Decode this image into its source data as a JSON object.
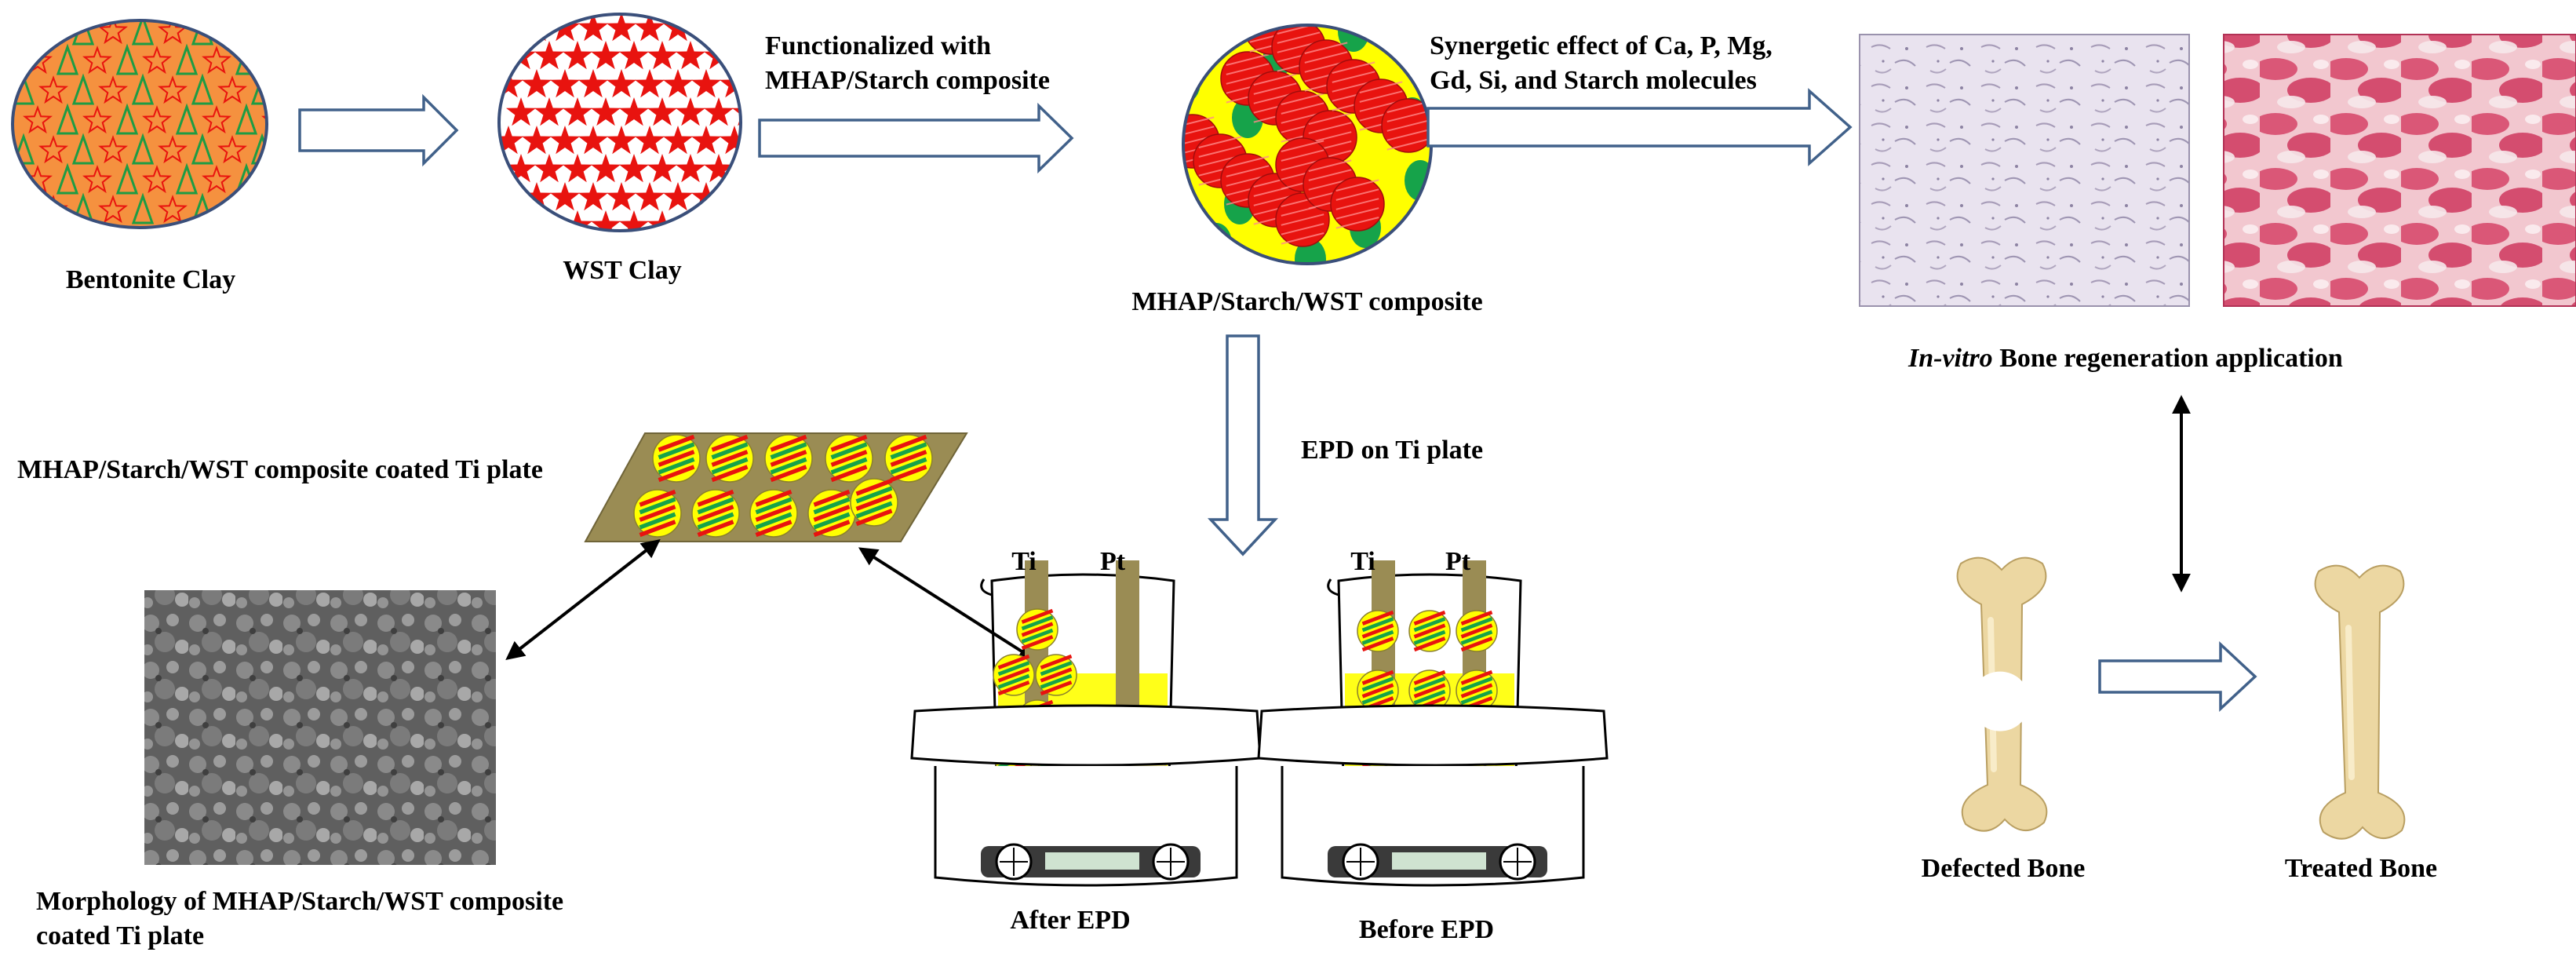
{
  "labels": {
    "bentonite": "Bentonite Clay",
    "wst": "WST Clay",
    "functionalized_line1": "Functionalized with",
    "functionalized_line2": "MHAP/Starch composite",
    "composite": "MHAP/Starch/WST composite",
    "synergetic_line1": "Synergetic effect of Ca, P, Mg,",
    "synergetic_line2": "Gd, Si, and Starch molecules",
    "invitro_italic": "In-vitro",
    "invitro_rest": " Bone regeneration application",
    "epd_on_ti": "EPD on Ti plate",
    "coated_plate": "MHAP/Starch/WST composite coated Ti plate",
    "morphology_line1": "Morphology of MHAP/Starch/WST composite",
    "morphology_line2": "coated Ti plate",
    "after_epd": "After EPD",
    "before_epd": "Before EPD",
    "ti": "Ti",
    "pt": "Pt",
    "defected_bone": "Defected Bone",
    "treated_bone": "Treated Bone"
  },
  "colors": {
    "arrow_stroke": "#41618a",
    "clay_fill": "#f5913f",
    "star_red": "#e8130f",
    "triangle_green": "#1d9c44",
    "composite_yellow": "#ffff00",
    "composite_green": "#16a34a",
    "plate_khaki": "#9a8c54",
    "cell_pink": "#cf2f5a",
    "sem_gray": "#6f6f6f",
    "bone": "#ecd7a2"
  },
  "icons": {
    "hollow_arrow": "hollow-arrow-icon",
    "double_arrow": "double-headed-arrow-icon",
    "beaker": "beaker-icon",
    "hotplate": "stirring-hotplate-icon",
    "bone": "bone-icon"
  }
}
